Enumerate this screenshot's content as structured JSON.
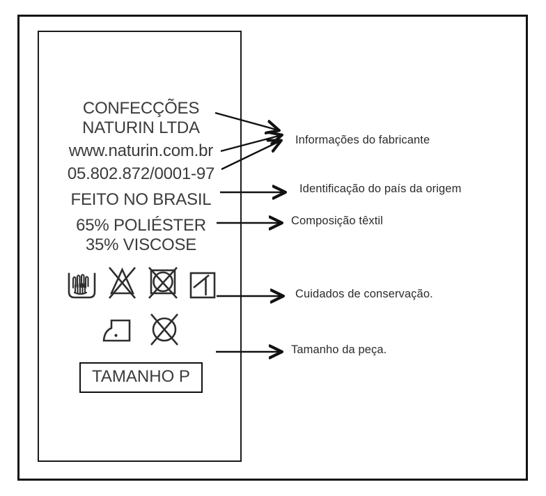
{
  "document": {
    "type": "diagram",
    "title": "Etiqueta de composicao textil anotada",
    "background_color": "#ffffff",
    "line_color": "#111111",
    "label_text_color": "#3b3b3b",
    "annotation_text_color": "#2b2b2b"
  },
  "garment_label": {
    "lines": [
      {
        "id": "company_line_1",
        "text": "CONFECÇÕES"
      },
      {
        "id": "company_line_2",
        "text": "NATURIN LTDA"
      },
      {
        "id": "website",
        "text": "www.naturin.com.br"
      },
      {
        "id": "cnpj",
        "text": "05.802.872/0001-97"
      },
      {
        "id": "origin",
        "text": "FEITO NO BRASIL"
      },
      {
        "id": "composition_1",
        "text": "65% POLIÉSTER"
      },
      {
        "id": "composition_2",
        "text": "35% VISCOSE"
      }
    ],
    "size_box": {
      "text": "TAMANHO P"
    },
    "care_symbols_row_1": [
      {
        "id": "hand-wash-icon",
        "name": "hand-wash-symbol",
        "meaning": "Lavar à mão"
      },
      {
        "id": "do-not-bleach-icon",
        "name": "do-not-bleach-symbol",
        "meaning": "Não usar alvejante"
      },
      {
        "id": "do-not-tumble-dry-icon",
        "name": "do-not-tumble-dry-symbol",
        "meaning": "Não secar em máquina"
      },
      {
        "id": "line-dry-shade-icon",
        "name": "dry-in-shade-symbol",
        "meaning": "Secar à sombra"
      }
    ],
    "care_symbols_row_2": [
      {
        "id": "iron-low-icon",
        "name": "iron-low-temperature-symbol",
        "meaning": "Passar em temperatura baixa"
      },
      {
        "id": "do-not-dry-clean-icon",
        "name": "do-not-dry-clean-symbol",
        "meaning": "Não lavar a seco"
      }
    ]
  },
  "annotations": [
    {
      "id": "manufacturer",
      "text": "Informações do fabricante"
    },
    {
      "id": "country",
      "text": "Identificação do país da origem"
    },
    {
      "id": "composition",
      "text": "Composição têxtil"
    },
    {
      "id": "care",
      "text": "Cuidados de conservação."
    },
    {
      "id": "size",
      "text": "Tamanho da peça."
    }
  ]
}
